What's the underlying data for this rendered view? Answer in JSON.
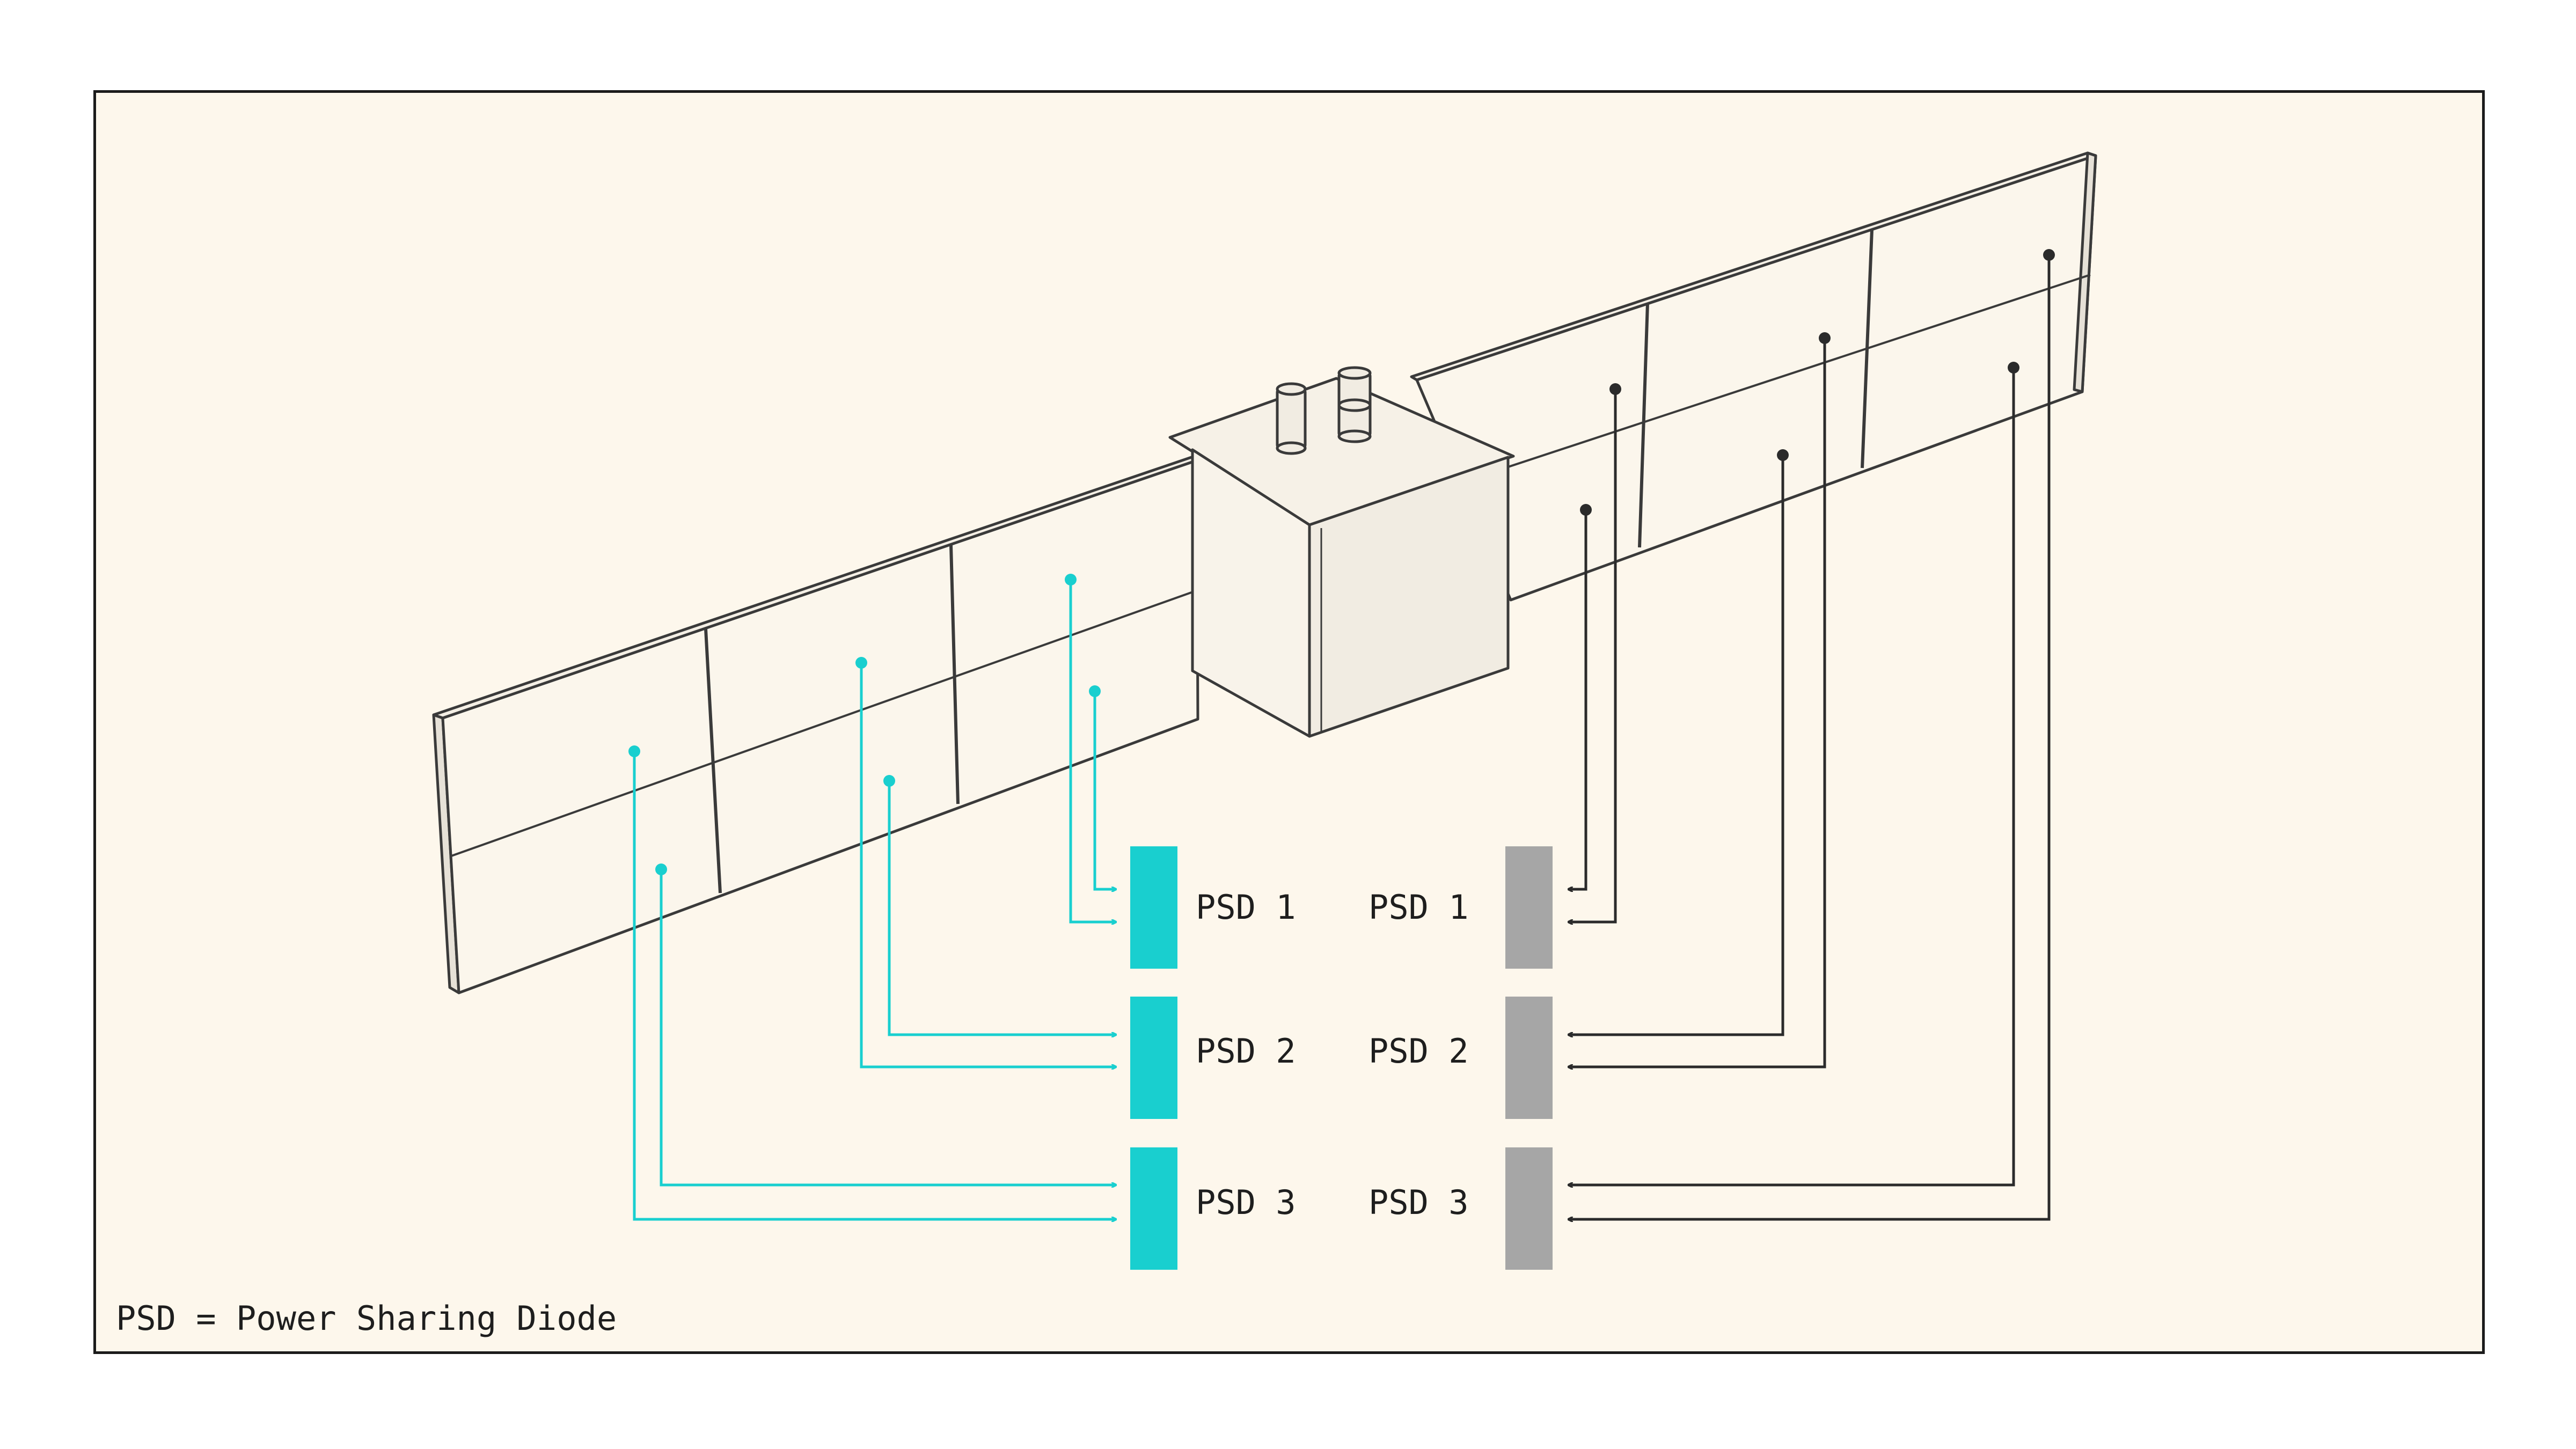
{
  "colors": {
    "background": "#fdf7ec",
    "frame": "#1b1b1b",
    "left_wiring": "#19cfcf",
    "right_wiring": "#2b2b2b",
    "left_psd": "#19cfcf",
    "right_psd": "#a6a6a6",
    "sketch": "#3a3a3a"
  },
  "left_psds": [
    {
      "label": "PSD 1"
    },
    {
      "label": "PSD 2"
    },
    {
      "label": "PSD 3"
    }
  ],
  "right_psds": [
    {
      "label": "PSD 1"
    },
    {
      "label": "PSD 2"
    },
    {
      "label": "PSD 3"
    }
  ],
  "legend": "PSD = Power Sharing Diode"
}
